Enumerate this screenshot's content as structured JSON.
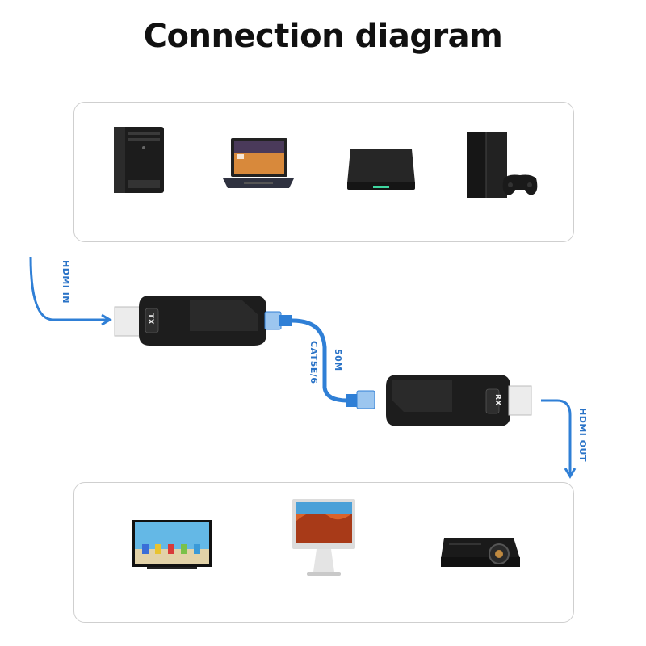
{
  "title": "Connection diagram",
  "labels": {
    "hdmi_in": "HDMI IN",
    "hdmi_out": "HDMI OUT",
    "cable_length": "50M",
    "cable_type": "CAT5E/6",
    "tx": "TX",
    "rx": "RX"
  },
  "source_devices": [
    "desktop-pc",
    "laptop",
    "tv-box",
    "game-console"
  ],
  "display_devices": [
    "tv",
    "monitor",
    "projector"
  ],
  "colors": {
    "accent": "#2a73c7",
    "cable": "#2f7fd6",
    "device": "#1b1b1b"
  }
}
